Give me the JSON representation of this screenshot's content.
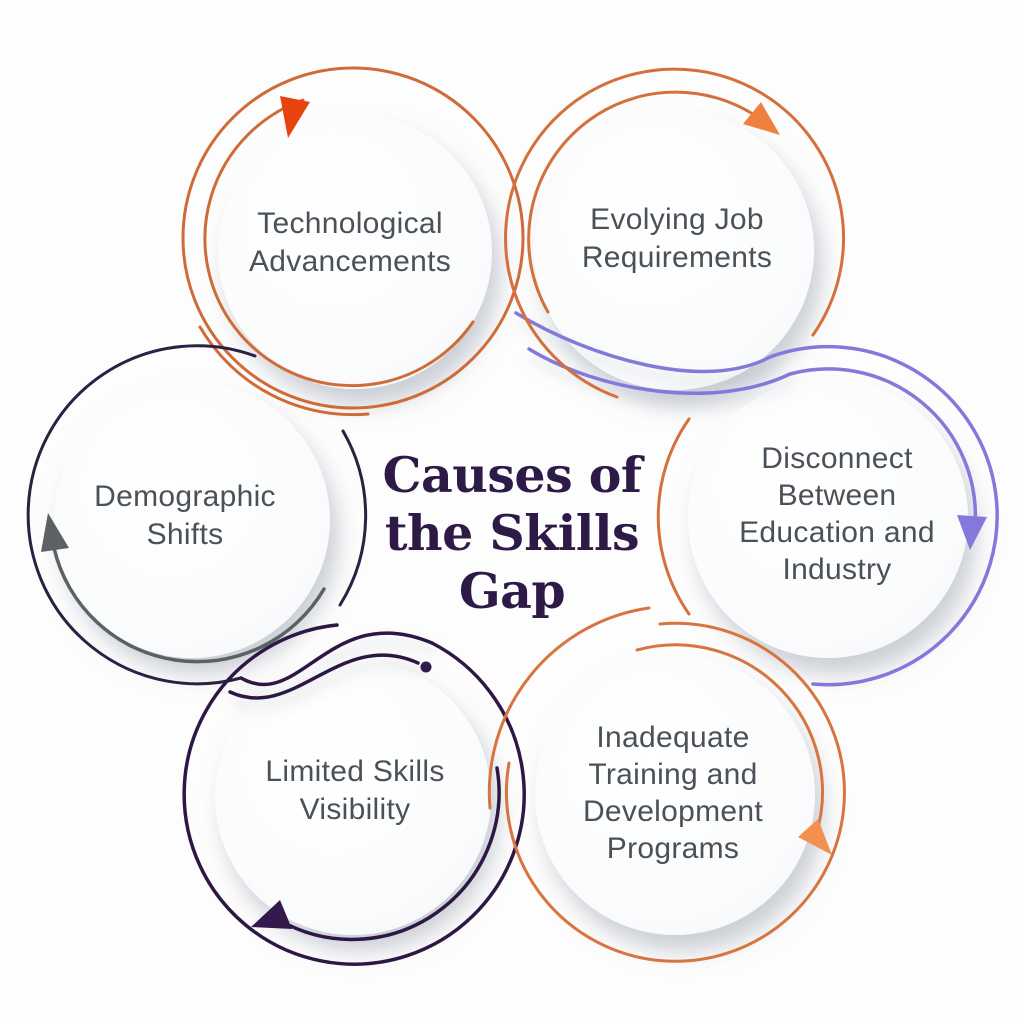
{
  "title": {
    "lines": [
      "Causes of",
      "the Skills",
      "Gap"
    ],
    "color": "#2e1a47"
  },
  "text_color": "#4b5158",
  "background": "#fdfdfd",
  "circles": [
    {
      "id": "technological-advancements",
      "lines": [
        "Technological",
        "Advancements"
      ],
      "ring_color": "#cf6b38",
      "arrow_color": "#e8430f"
    },
    {
      "id": "evolving-job-requirements",
      "lines": [
        "Evolying Job",
        "Requirements"
      ],
      "ring_color": "#d4703c",
      "arrow_color": "#ef8040"
    },
    {
      "id": "demographic-shifts",
      "lines": [
        "Demographic",
        "Shifts"
      ],
      "ring_color": "#2b2142",
      "arrow_color": "#5c6166"
    },
    {
      "id": "disconnect-education-industry",
      "lines": [
        "Disconnect",
        "Between",
        "Education and",
        "Industry"
      ],
      "ring_color": "#8478da",
      "arrow_color": "#8478da",
      "accent_color": "#d4703c"
    },
    {
      "id": "limited-skills-visibility",
      "lines": [
        "Limited Skills",
        "Visibility"
      ],
      "ring_color": "#2e1745",
      "arrow_color": "#331a4d"
    },
    {
      "id": "inadequate-training-development",
      "lines": [
        "Inadequate",
        "Training and",
        "Development",
        "Programs"
      ],
      "ring_color": "#d8743f",
      "arrow_color": "#f2914f"
    }
  ]
}
